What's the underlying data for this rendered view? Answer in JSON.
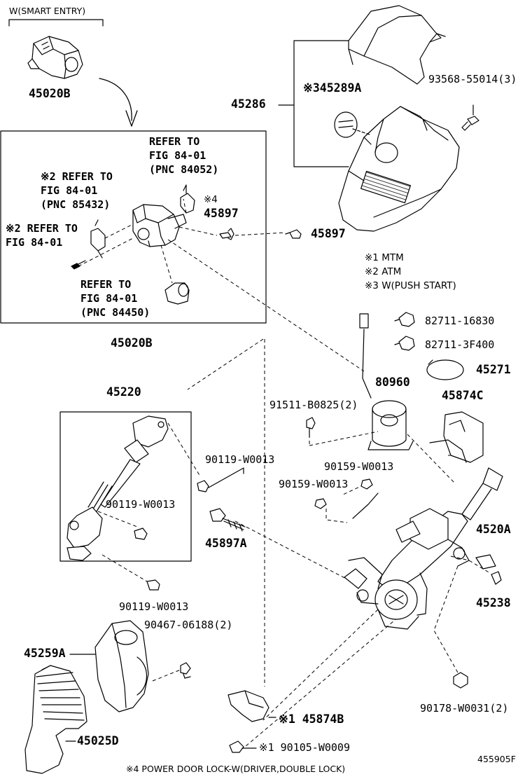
{
  "title": "W(SMART ENTRY)",
  "figure_id": "455905F",
  "footnote": "※4 POWER DOOR LOCK-W(DRIVER,DOUBLE LOCK)",
  "notes": [
    "※1 MTM",
    "※2 ATM",
    "※3 W(PUSH START)"
  ],
  "refs": {
    "r84052": "REFER TO\nFIG 84-01\n(PNC 84052)",
    "r85432": "※2 REFER TO\nFIG 84-01\n(PNC 85432)",
    "r8401": "※2 REFER TO\nFIG 84-01",
    "r84450": "REFER TO\nFIG 84-01\n(PNC 84450)"
  },
  "labels": {
    "p45020b_top": "45020B",
    "p45020b_bottom": "45020B",
    "p45286": "45286",
    "p45289a": "※345289A",
    "p93568": "93568-55014(3)",
    "p45897_note": "※4",
    "p45897_in": "45897",
    "p45897_out": "45897",
    "p82711_16830": "82711-16830",
    "p82711_3f400": "82711-3F400",
    "p45271": "45271",
    "p45874c": "45874C",
    "p80960": "80960",
    "p91511": "91511-B0825(2)",
    "p45220": "45220",
    "p90119_a": "90119-W0013",
    "p90119_b": "90119-W0013",
    "p90119_c": "90119-W0013",
    "p90159_a": "90159-W0013",
    "p90159_b": "90159-W0013",
    "p45897a": "45897A",
    "p4520a": "4520A",
    "p45238": "45238",
    "p90467": "90467-06188(2)",
    "p45259a": "45259A",
    "p45025d": "45025D",
    "p90178": "90178-W0031(2)",
    "p45874b": "※1 45874B",
    "p90105": "※1 90105-W0009"
  }
}
